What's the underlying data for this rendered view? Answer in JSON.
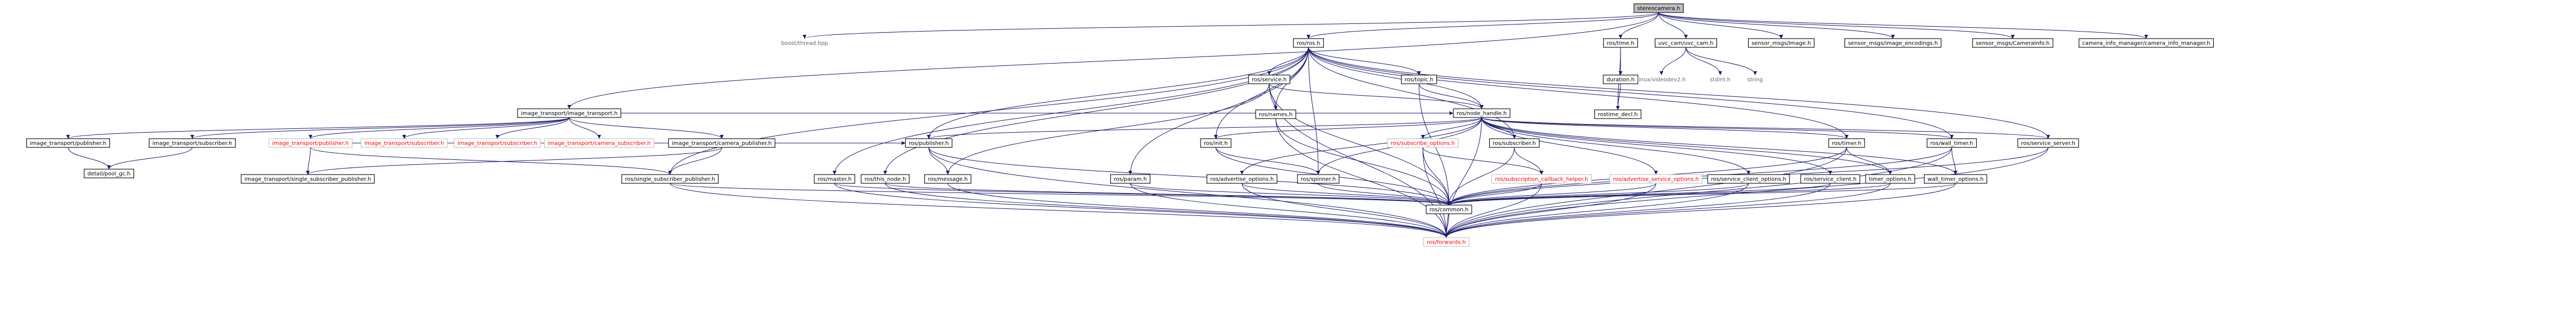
{
  "colors": {
    "edge": "#191970",
    "root_fill": "#bfbfbf",
    "node_stroke": "#000000",
    "red_label": "#ff0000"
  },
  "nodes": [
    {
      "id": "stereocamera",
      "label": "stereocamera.h",
      "root": true
    },
    {
      "id": "boost_thread",
      "label": "boost/thread.hpp",
      "plain": true
    },
    {
      "id": "ros_ros",
      "label": "ros/ros.h"
    },
    {
      "id": "ros_time",
      "label": "ros/time.h"
    },
    {
      "id": "uvc_cam",
      "label": "uvc_cam/uvc_cam.h"
    },
    {
      "id": "sm_image",
      "label": "sensor_msgs/Image.h"
    },
    {
      "id": "sm_enc",
      "label": "sensor_msgs/image_encodings.h"
    },
    {
      "id": "sm_caminfo",
      "label": "sensor_msgs/CameraInfo.h"
    },
    {
      "id": "cim",
      "label": "camera_info_manager/camera_info_manager.h"
    },
    {
      "id": "it_it",
      "label": "image_transport/image_transport.h"
    },
    {
      "id": "ros_service",
      "label": "ros/service.h"
    },
    {
      "id": "ros_topic",
      "label": "ros/topic.h"
    },
    {
      "id": "duration",
      "label": "duration.h"
    },
    {
      "id": "videodev2",
      "label": "linux/videodev2.h",
      "plain": true
    },
    {
      "id": "stdint",
      "label": "stdint.h",
      "plain": true
    },
    {
      "id": "string",
      "label": "string",
      "plain": true
    },
    {
      "id": "rostime_decl",
      "label": "rostime_decl.h"
    },
    {
      "id": "ros_names",
      "label": "ros/names.h"
    },
    {
      "id": "ros_nh",
      "label": "ros/node_handle.h"
    },
    {
      "id": "it_pub_a",
      "label": "image_transport/publisher.h"
    },
    {
      "id": "it_sub_a",
      "label": "image_transport/subscriber.h"
    },
    {
      "id": "it_pub_b",
      "label": "image_transport/publisher.h",
      "red": true
    },
    {
      "id": "it_sub_b",
      "label": "image_transport/subscriber.h",
      "red": true
    },
    {
      "id": "it_sub_c",
      "label": "image_transport/subscriber.h",
      "red": true
    },
    {
      "id": "it_camsub",
      "label": "image_transport/camera_subscriber.h",
      "red": true
    },
    {
      "id": "it_campub",
      "label": "image_transport/camera_publisher.h"
    },
    {
      "id": "ros_publisher",
      "label": "ros/publisher.h"
    },
    {
      "id": "ros_init",
      "label": "ros/init.h"
    },
    {
      "id": "ros_sub_opts",
      "label": "ros/subscribe_options.h",
      "red": true
    },
    {
      "id": "ros_subscriber",
      "label": "ros/subscriber.h"
    },
    {
      "id": "ros_timer",
      "label": "ros/timer.h"
    },
    {
      "id": "ros_walltimer",
      "label": "ros/wall_timer.h"
    },
    {
      "id": "ros_srvserver",
      "label": "ros/service_server.h"
    },
    {
      "id": "detail_gc",
      "label": "detail/pool_gc.h"
    },
    {
      "id": "it_ssp",
      "label": "image_transport/single_subscriber_publisher.h"
    },
    {
      "id": "ros_ssp",
      "label": "ros/single_subscriber_publisher.h"
    },
    {
      "id": "ros_master",
      "label": "ros/master.h"
    },
    {
      "id": "ros_thisnode",
      "label": "ros/this_node.h"
    },
    {
      "id": "ros_message",
      "label": "ros/message.h"
    },
    {
      "id": "ros_param",
      "label": "ros/param.h"
    },
    {
      "id": "ros_adv_opts",
      "label": "ros/advertise_options.h"
    },
    {
      "id": "ros_spinner",
      "label": "ros/spinner.h"
    },
    {
      "id": "ros_subcb",
      "label": "ros/subscription_callback_helper.h",
      "red": true
    },
    {
      "id": "ros_advsrv",
      "label": "ros/advertise_service_options.h",
      "red": true
    },
    {
      "id": "ros_sc_opts",
      "label": "ros/service_client_options.h"
    },
    {
      "id": "ros_sc",
      "label": "ros/service_client.h"
    },
    {
      "id": "timer_opts",
      "label": "timer_options.h"
    },
    {
      "id": "wt_opts",
      "label": "wall_timer_options.h"
    },
    {
      "id": "ros_common",
      "label": "ros/common.h"
    },
    {
      "id": "ros_forwards",
      "label": "ros/forwards.h",
      "red": true
    }
  ],
  "edges": [
    [
      "stereocamera",
      "boost_thread"
    ],
    [
      "stereocamera",
      "ros_ros"
    ],
    [
      "stereocamera",
      "ros_time"
    ],
    [
      "stereocamera",
      "uvc_cam"
    ],
    [
      "stereocamera",
      "sm_image"
    ],
    [
      "stereocamera",
      "sm_enc"
    ],
    [
      "stereocamera",
      "sm_caminfo"
    ],
    [
      "stereocamera",
      "cim"
    ],
    [
      "stereocamera",
      "it_it"
    ],
    [
      "ros_time",
      "duration"
    ],
    [
      "ros_time",
      "rostime_decl"
    ],
    [
      "duration",
      "rostime_decl"
    ],
    [
      "uvc_cam",
      "videodev2"
    ],
    [
      "uvc_cam",
      "stdint"
    ],
    [
      "uvc_cam",
      "string"
    ],
    [
      "ros_ros",
      "ros_service"
    ],
    [
      "ros_ros",
      "ros_topic"
    ],
    [
      "ros_ros",
      "ros_names"
    ],
    [
      "ros_ros",
      "ros_nh"
    ],
    [
      "ros_ros",
      "ros_publisher"
    ],
    [
      "ros_ros",
      "ros_init"
    ],
    [
      "ros_ros",
      "ros_subscriber"
    ],
    [
      "ros_ros",
      "ros_timer"
    ],
    [
      "ros_ros",
      "ros_walltimer"
    ],
    [
      "ros_ros",
      "ros_srvserver"
    ],
    [
      "ros_ros",
      "ros_master"
    ],
    [
      "ros_ros",
      "ros_thisnode"
    ],
    [
      "ros_ros",
      "ros_param"
    ],
    [
      "ros_ros",
      "ros_ssp"
    ],
    [
      "ros_ros",
      "ros_spinner"
    ],
    [
      "ros_service",
      "ros_names"
    ],
    [
      "ros_service",
      "ros_nh"
    ],
    [
      "ros_service",
      "ros_common"
    ],
    [
      "ros_service",
      "ros_message"
    ],
    [
      "ros_service",
      "ros_forwards"
    ],
    [
      "ros_topic",
      "ros_nh"
    ],
    [
      "ros_topic",
      "ros_common"
    ],
    [
      "ros_names",
      "ros_common"
    ],
    [
      "ros_names",
      "ros_forwards"
    ],
    [
      "it_it",
      "it_pub_a"
    ],
    [
      "it_it",
      "it_sub_a"
    ],
    [
      "it_it",
      "it_pub_b"
    ],
    [
      "it_it",
      "it_sub_b"
    ],
    [
      "it_it",
      "it_sub_c"
    ],
    [
      "it_it",
      "it_camsub"
    ],
    [
      "it_it",
      "it_campub"
    ],
    [
      "it_it",
      "ros_nh"
    ],
    [
      "it_pub_a",
      "detail_gc"
    ],
    [
      "it_sub_a",
      "detail_gc"
    ],
    [
      "it_pub_b",
      "ros_publisher"
    ],
    [
      "it_pub_b",
      "it_ssp"
    ],
    [
      "it_pub_b",
      "ros_ssp"
    ],
    [
      "it_campub",
      "it_ssp"
    ],
    [
      "it_campub",
      "ros_ssp"
    ],
    [
      "ros_nh",
      "ros_publisher"
    ],
    [
      "ros_nh",
      "ros_init"
    ],
    [
      "ros_nh",
      "ros_sub_opts"
    ],
    [
      "ros_nh",
      "ros_subscriber"
    ],
    [
      "ros_nh",
      "ros_timer"
    ],
    [
      "ros_nh",
      "ros_walltimer"
    ],
    [
      "ros_nh",
      "ros_srvserver"
    ],
    [
      "ros_nh",
      "ros_adv_opts"
    ],
    [
      "ros_nh",
      "ros_spinner"
    ],
    [
      "ros_nh",
      "ros_advsrv"
    ],
    [
      "ros_nh",
      "ros_sc_opts"
    ],
    [
      "ros_nh",
      "ros_sc"
    ],
    [
      "ros_nh",
      "timer_opts"
    ],
    [
      "ros_nh",
      "wt_opts"
    ],
    [
      "ros_nh",
      "ros_forwards"
    ],
    [
      "ros_publisher",
      "ros_message"
    ],
    [
      "ros_publisher",
      "ros_common"
    ],
    [
      "ros_publisher",
      "ros_forwards"
    ],
    [
      "ros_init",
      "ros_spinner"
    ],
    [
      "ros_init",
      "ros_common"
    ],
    [
      "ros_sub_opts",
      "ros_subcb"
    ],
    [
      "ros_sub_opts",
      "ros_common"
    ],
    [
      "ros_sub_opts",
      "ros_forwards"
    ],
    [
      "ros_subscriber",
      "ros_subcb"
    ],
    [
      "ros_subscriber",
      "ros_common"
    ],
    [
      "ros_timer",
      "timer_opts"
    ],
    [
      "ros_timer",
      "ros_common"
    ],
    [
      "ros_timer",
      "ros_forwards"
    ],
    [
      "ros_walltimer",
      "wt_opts"
    ],
    [
      "ros_walltimer",
      "ros_common"
    ],
    [
      "ros_walltimer",
      "ros_forwards"
    ],
    [
      "ros_srvserver",
      "ros_common"
    ],
    [
      "ros_srvserver",
      "ros_forwards"
    ],
    [
      "ros_ssp",
      "ros_common"
    ],
    [
      "ros_ssp",
      "ros_forwards"
    ],
    [
      "ros_master",
      "ros_common"
    ],
    [
      "ros_master",
      "ros_forwards"
    ],
    [
      "ros_thisnode",
      "ros_common"
    ],
    [
      "ros_thisnode",
      "ros_forwards"
    ],
    [
      "ros_param",
      "ros_common"
    ],
    [
      "ros_param",
      "ros_forwards"
    ],
    [
      "ros_adv_opts",
      "ros_common"
    ],
    [
      "ros_adv_opts",
      "ros_forwards"
    ],
    [
      "ros_spinner",
      "ros_common"
    ],
    [
      "ros_subcb",
      "ros_common"
    ],
    [
      "ros_subcb",
      "ros_forwards"
    ],
    [
      "ros_advsrv",
      "ros_common"
    ],
    [
      "ros_advsrv",
      "ros_forwards"
    ],
    [
      "ros_sc_opts",
      "ros_common"
    ],
    [
      "ros_sc_opts",
      "ros_forwards"
    ],
    [
      "ros_sc",
      "ros_common"
    ],
    [
      "ros_sc",
      "ros_forwards"
    ],
    [
      "timer_opts",
      "ros_common"
    ],
    [
      "timer_opts",
      "ros_forwards"
    ],
    [
      "wt_opts",
      "ros_common"
    ],
    [
      "wt_opts",
      "ros_forwards"
    ],
    [
      "ros_common",
      "ros_forwards"
    ],
    [
      "ros_message",
      "ros_forwards"
    ]
  ]
}
